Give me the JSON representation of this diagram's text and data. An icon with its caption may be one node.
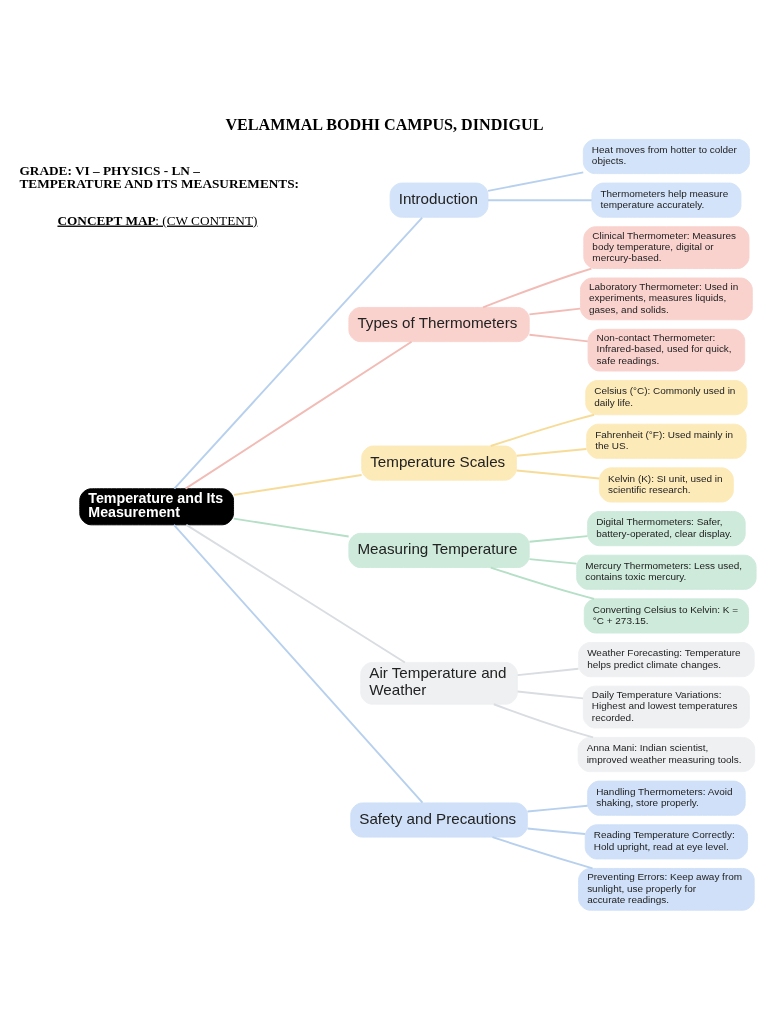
{
  "diagram": {
    "title": "VELAMMAL BODHI CAMPUS, DINDIGUL",
    "nodes": [
      {
        "text": [
          "Temperature and Its Measurement"
        ]
      },
      {
        "text": [
          "Introduction"
        ]
      },
      {
        "text": [
          "Heat moves from hotter to colder objects."
        ]
      },
      {
        "text": [
          "Thermometers help measure temperature accurately."
        ]
      },
      {
        "text": [
          "Types of Thermometers"
        ]
      },
      {
        "text": [
          "Clinical Thermometer: Measures body temperature, digital or mercury-based."
        ]
      },
      {
        "text": [
          "Laboratory Thermometer: Used in experiments, measures liquids, gases, and solids."
        ]
      },
      {
        "text": [
          "Non-contact Thermometer: Infrared-based, used for quick, safe readings."
        ]
      },
      {
        "text": [
          "Temperature Scales"
        ]
      },
      {
        "text": [
          "Celsius (°C): Commonly used in daily life."
        ]
      },
      {
        "text": [
          "Fahrenheit (°F): Used mainly in the US."
        ]
      },
      {
        "text": [
          "Kelvin (K): SI unit, used in scientific research."
        ]
      },
      {
        "text": [
          "Measuring Temperature"
        ]
      },
      {
        "text": [
          "Digital Thermometers: Safer, battery-operated, clear display."
        ]
      },
      {
        "text": [
          "Mercury Thermometers: Less used, contains toxic mercury."
        ]
      },
      {
        "text": [
          "Converting Celsius to Kelvin: K = °C + 273.15."
        ]
      },
      {
        "text": [
          "Air Temperature and Weather"
        ]
      },
      {
        "text": [
          "Weather Forecasting: Temperature helps predict climate changes."
        ]
      },
      {
        "text": [
          "Daily Temperature Variations: Highest and lowest temperatures recorded."
        ]
      },
      {
        "text": [
          "Anna Mani: Indian scientist, improved weather measuring tools."
        ]
      },
      {
        "text": [
          "Safety and Precautions"
        ]
      },
      {
        "text": [
          "Handling Thermometers: Avoid shaking, store properly."
        ]
      },
      {
        "text": [
          "Reading Temperature Correctly: Hold upright, read at eye level."
        ]
      },
      {
        "text": [
          "Preventing Errors: Keep away from sunlight, use properly for accurate readings."
        ]
      }
    ],
    "edges": [
      {
        "from": 0,
        "to": 1,
        "arrow": "none",
        "color": "#b7d0ee"
      },
      {
        "from": 1,
        "to": 2,
        "arrow": "none",
        "color": "#b7d0ee"
      },
      {
        "from": 1,
        "to": 3,
        "arrow": "none",
        "color": "#b7d0ee"
      },
      {
        "from": 0,
        "to": 4,
        "arrow": "none",
        "color": "#f2bcb6"
      },
      {
        "from": 4,
        "to": 5,
        "arrow": "none",
        "color": "#f2bcb6"
      },
      {
        "from": 4,
        "to": 6,
        "arrow": "none",
        "color": "#f2bcb6"
      },
      {
        "from": 4,
        "to": 7,
        "arrow": "none",
        "color": "#f2bcb6"
      },
      {
        "from": 0,
        "to": 8,
        "arrow": "none",
        "color": "#f6dc98"
      },
      {
        "from": 8,
        "to": 9,
        "arrow": "none",
        "color": "#f6dc98"
      },
      {
        "from": 8,
        "to": 10,
        "arrow": "none",
        "color": "#f6dc98"
      },
      {
        "from": 8,
        "to": 11,
        "arrow": "none",
        "color": "#f6dc98"
      },
      {
        "from": 0,
        "to": 12,
        "arrow": "none",
        "color": "#b5dfc6"
      },
      {
        "from": 12,
        "to": 13,
        "arrow": "none",
        "color": "#b5dfc6"
      },
      {
        "from": 12,
        "to": 14,
        "arrow": "none",
        "color": "#b5dfc6"
      },
      {
        "from": 12,
        "to": 15,
        "arrow": "none",
        "color": "#b5dfc6"
      },
      {
        "from": 0,
        "to": 16,
        "arrow": "none",
        "color": "#d9dde1"
      },
      {
        "from": 16,
        "to": 17,
        "arrow": "none",
        "color": "#d9dde1"
      },
      {
        "from": 16,
        "to": 18,
        "arrow": "none",
        "color": "#d9dde1"
      },
      {
        "from": 16,
        "to": 19,
        "arrow": "none",
        "color": "#d9dde1"
      },
      {
        "from": 0,
        "to": 20,
        "arrow": "none",
        "color": "#b7d0ee"
      },
      {
        "from": 20,
        "to": 21,
        "arrow": "none",
        "color": "#b7d0ee"
      },
      {
        "from": 20,
        "to": 22,
        "arrow": "none",
        "color": "#b7d0ee"
      },
      {
        "from": 20,
        "to": 23,
        "arrow": "none",
        "color": "#b7d0ee"
      }
    ],
    "labels": [
      "GRADE: VI – PHYSICS - LN – TEMPERATURE AND ITS MEASUREMENTS:",
      "**CONCEPT MAP**: (CW CONTENT)"
    ]
  }
}
